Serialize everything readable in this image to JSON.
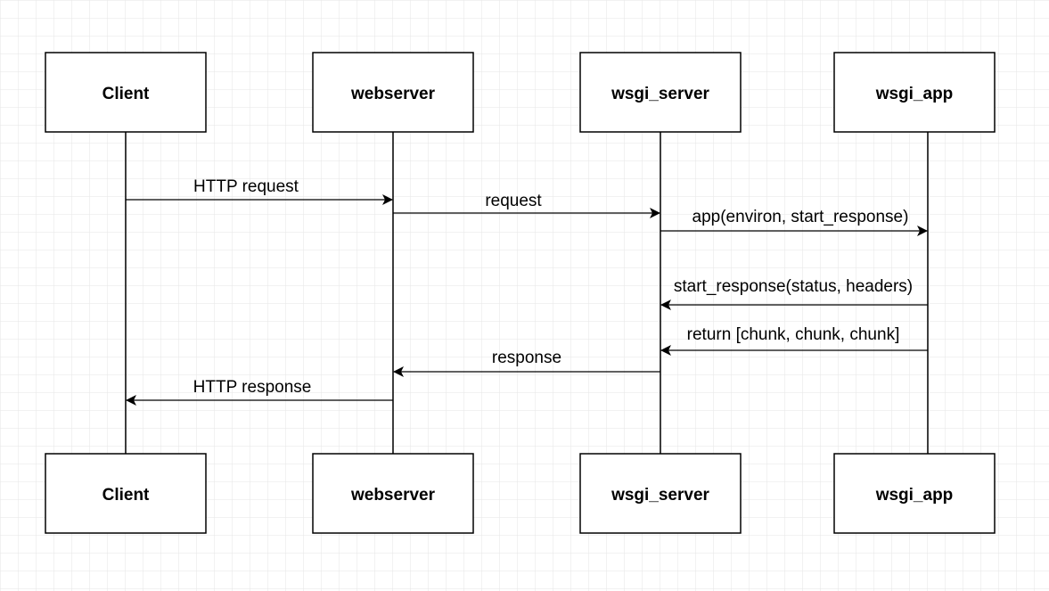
{
  "actors": [
    {
      "id": "client",
      "label": "Client"
    },
    {
      "id": "webserver",
      "label": "webserver"
    },
    {
      "id": "wsgi_server",
      "label": "wsgi_server"
    },
    {
      "id": "wsgi_app",
      "label": "wsgi_app"
    }
  ],
  "messages": [
    {
      "id": "http-request",
      "from": "client",
      "to": "webserver",
      "label": "HTTP request"
    },
    {
      "id": "request",
      "from": "webserver",
      "to": "wsgi_server",
      "label": "request"
    },
    {
      "id": "app-call",
      "from": "wsgi_server",
      "to": "wsgi_app",
      "label": "app(environ, start_response)"
    },
    {
      "id": "start-response",
      "from": "wsgi_app",
      "to": "wsgi_server",
      "label": "start_response(status, headers)"
    },
    {
      "id": "return-chunks",
      "from": "wsgi_app",
      "to": "wsgi_server",
      "label": "return [chunk, chunk, chunk]"
    },
    {
      "id": "response",
      "from": "wsgi_server",
      "to": "webserver",
      "label": "response"
    },
    {
      "id": "http-response",
      "from": "webserver",
      "to": "client",
      "label": "HTTP response"
    }
  ],
  "colors": {
    "grid": "#e6e6e6",
    "stroke": "#000000",
    "background": "#ffffff"
  }
}
